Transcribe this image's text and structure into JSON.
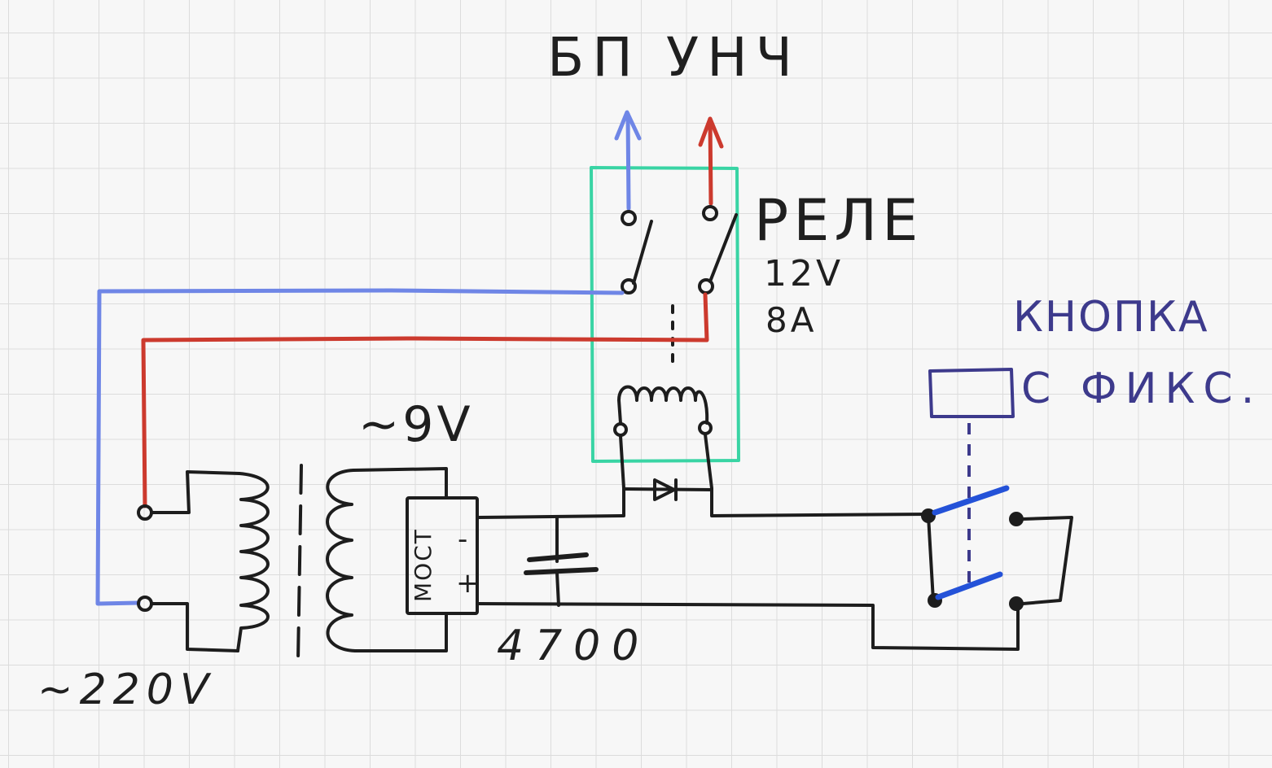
{
  "title": "БП УНЧ",
  "relay": {
    "label": "РЕЛЕ",
    "voltage": "12V",
    "current": "8A"
  },
  "button": {
    "line1": "КНОПКА",
    "line2": "С ФИКС."
  },
  "transformer": {
    "secondary_voltage": "~9V",
    "primary_voltage": "~220V"
  },
  "bridge": {
    "label": "МОСТ",
    "minus": "-",
    "plus": "+"
  },
  "capacitor": {
    "label": "4700"
  },
  "colors": {
    "blue_wire": "#6f86e6",
    "red_wire": "#cc3a2e",
    "relay_box": "#39d4a4",
    "button_switch": "#2452d8",
    "button_label": "#3d3a8c",
    "ink": "#1d1d1d"
  }
}
